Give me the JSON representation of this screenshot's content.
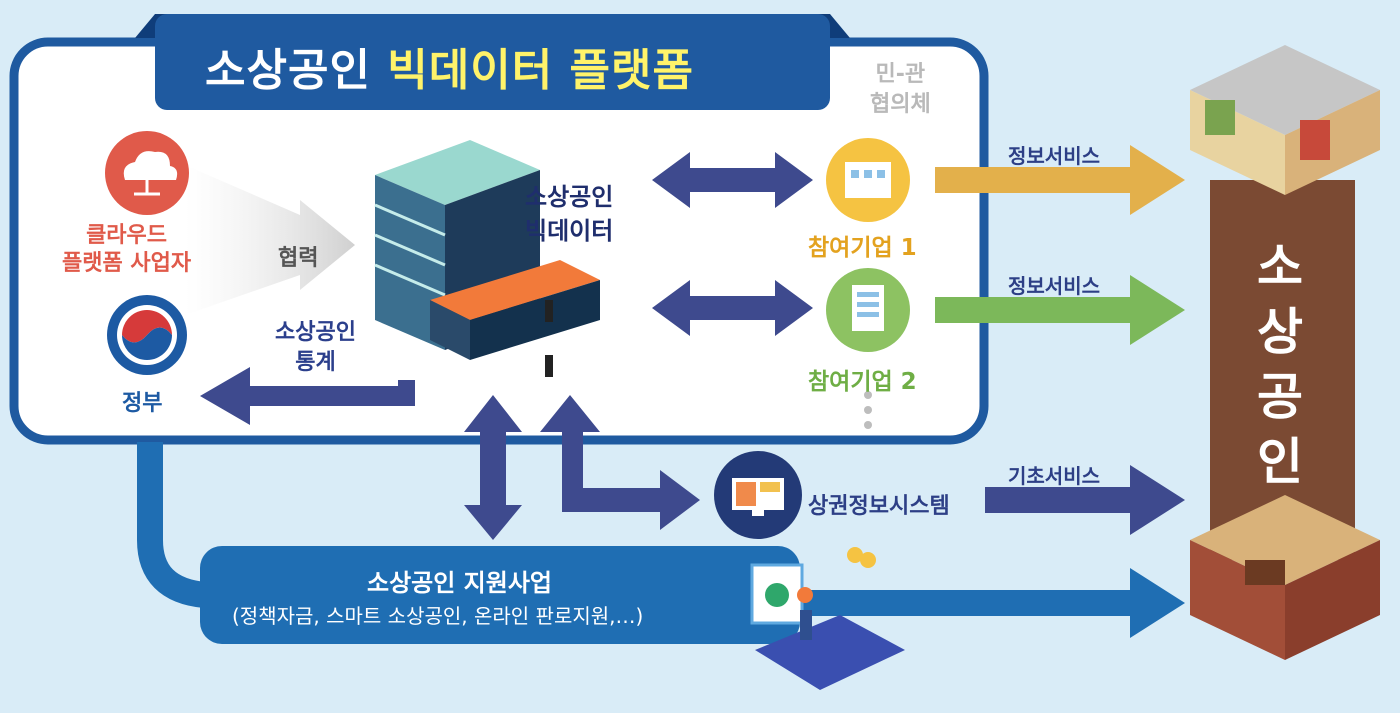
{
  "title": {
    "main": "소상공인",
    "accent": "빅데이터 플랫폼"
  },
  "council": {
    "line1": "민-관",
    "line2": "협의체"
  },
  "cloud_provider": {
    "line1": "클라우드",
    "line2": "플랫폼 사업자"
  },
  "cooperation": "협력",
  "government": "정부",
  "statistics": {
    "line1": "소상공인",
    "line2": "통계"
  },
  "bigdata": {
    "line1": "소상공인",
    "line2": "빅데이터"
  },
  "companies": [
    {
      "label": "참여기업 1"
    },
    {
      "label": "참여기업 2"
    }
  ],
  "services": {
    "info1": "정보서비스",
    "info2": "정보서비스",
    "basic": "기초서비스"
  },
  "trade_area_system": "상권정보시스템",
  "support": {
    "title": "소상공인 지원사업",
    "subtitle": "(정책자금, 스마트 소상공인, 온라인 판로지원,…)"
  },
  "right_column": [
    "소",
    "상",
    "공",
    "인"
  ],
  "colors": {
    "navy": "#1f5aa0",
    "arrow_navy": "#3e4a8e",
    "arrow_gold": "#e3b04b",
    "arrow_green": "#7cb85a",
    "brown": "#7b4a33"
  }
}
